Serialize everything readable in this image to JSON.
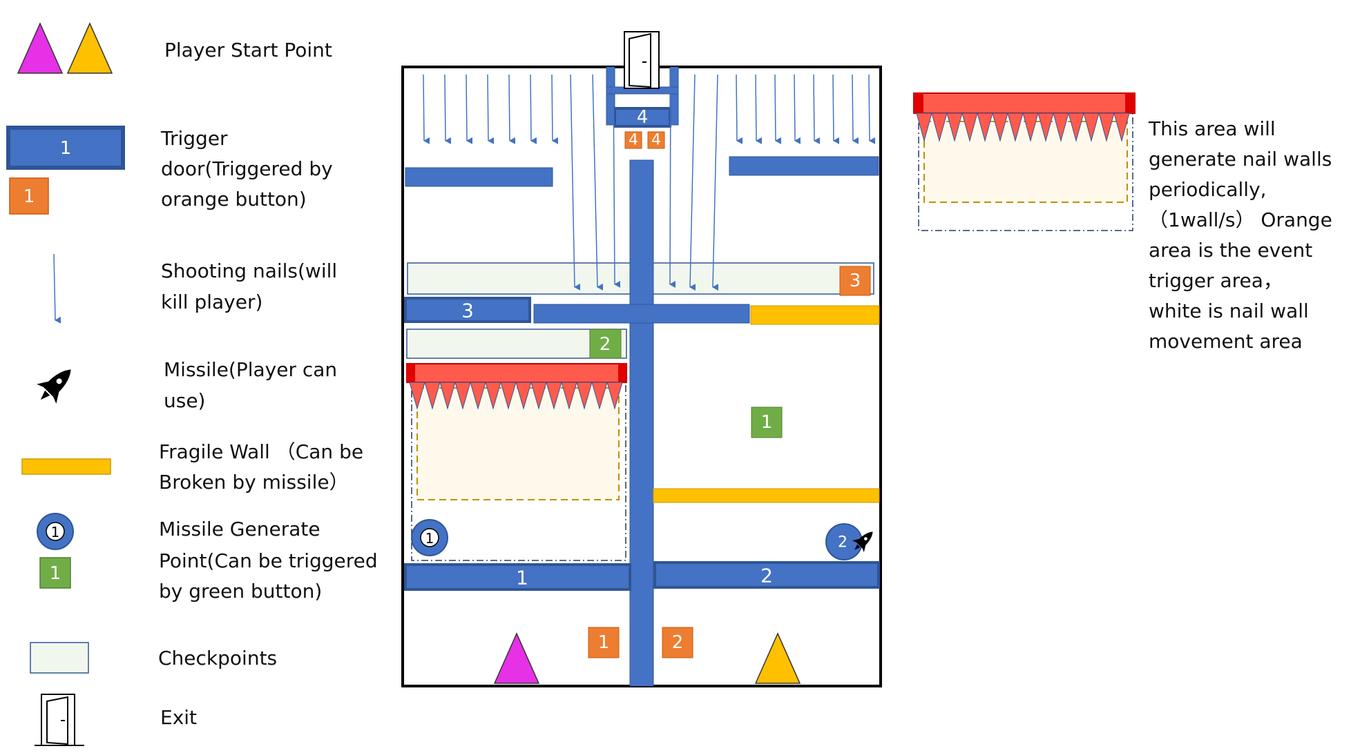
{
  "colors": {
    "blue": "#4472C4",
    "blue_dark": "#2F5597",
    "orange": "#ED7D31",
    "green": "#70AD47",
    "yellow": "#FFC000",
    "magenta": "#E631E6",
    "red": "#FF5B4D",
    "checkpoint_fill": "#F2F7EE",
    "nail_area_fill": "#FEF9EB"
  },
  "legend": {
    "player_start": "Player Start Point",
    "trigger_door_lines": [
      "Trigger",
      "door(Triggered by",
      "orange button)"
    ],
    "trigger_door_badge": "1",
    "trigger_button_badge": "1",
    "shooting_nails_lines": [
      "Shooting nails(will",
      "kill player)"
    ],
    "missile_lines": [
      "Missile(Player can",
      "use)"
    ],
    "fragile_wall_lines": [
      "Fragile Wall （Can be",
      "Broken by missile）"
    ],
    "missile_point_lines": [
      "Missile Generate",
      "Point(Can be triggered",
      "by green button)"
    ],
    "missile_point_badge": "1",
    "green_button_badge": "1",
    "checkpoints": "Checkpoints",
    "exit": "Exit"
  },
  "map": {
    "door_top": "4",
    "orange_buttons_top": [
      "4",
      "4"
    ],
    "door_left": "3",
    "orange_button_checkpoint": "3",
    "green_button_checkpoint": "2",
    "green_button_right": "1",
    "missile_point_left": "1",
    "missile_point_right": "2",
    "door_bottom_left": "1",
    "door_bottom_right": "2",
    "orange_button_bottom_left": "1",
    "orange_button_bottom_right": "2"
  },
  "note": {
    "lines": [
      "This area will",
      "generate nail walls",
      "periodically,",
      "（1wall/s） Orange",
      "area is the event",
      "trigger area，",
      "white is nail wall",
      "movement area"
    ]
  }
}
